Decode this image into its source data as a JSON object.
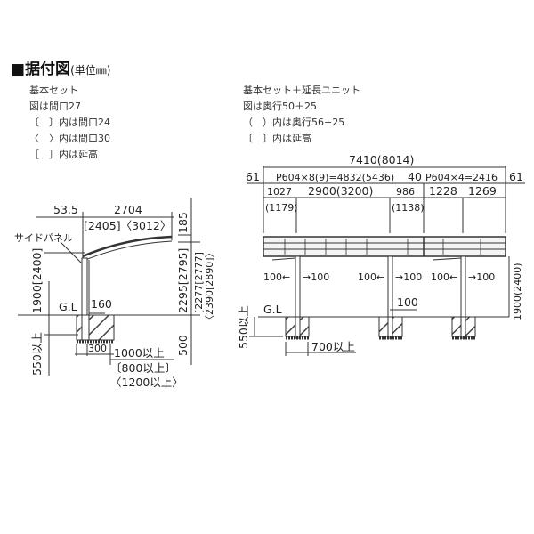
{
  "header": {
    "title": "据付図",
    "unit": "(単位㎜)"
  },
  "left_notes": {
    "lines": [
      "基本セット",
      "図は間口27",
      "〔　〕内は間口24",
      "〈　〉内は間口30",
      "［　］内は延高"
    ]
  },
  "right_notes": {
    "lines": [
      "基本セット＋延長ユニット",
      "図は奥行50＋25",
      "（　）内は奥行56+25",
      "〔　〕内は延高"
    ]
  },
  "left_diagram": {
    "overhang": "53.5",
    "roof_width": "2704",
    "roof_width_alt": "[2405]〈3012〉",
    "roof_height_top": "185",
    "side_panel_label": "サイドパネル",
    "post_height": "1900[2400]",
    "post_total_height": "2295[2795]",
    "post_total_alt1": "[2277[2777]",
    "post_total_alt2": "〈2390[2890]〉",
    "ground_label": "G.L",
    "post_offset": "160",
    "foundation_width": "300",
    "foundation_depth": "550以上",
    "foundation_depth_right": "500",
    "clearance": "1000以上",
    "clearance_alt1": "〔800以上〕",
    "clearance_alt2": "〈1200以上〉"
  },
  "right_diagram": {
    "total_length": "7410(8014)",
    "edge_left": "61",
    "edge_right": "61",
    "pitch_main": "P604×8(9)=4832(5436)",
    "gap": "40",
    "pitch_ext": "P604×4=2416",
    "seg1": "1027",
    "seg1_alt": "(1179)",
    "seg2": "2900(3200)",
    "seg3": "986",
    "seg3_alt": "(1138)",
    "seg4": "1228",
    "seg5": "1269",
    "post_margin_labels": [
      "100←",
      "→100",
      "100←",
      "→100",
      "100←",
      "→100"
    ],
    "post_offset": "100",
    "ground_label": "G.L",
    "foundation_depth": "550以上",
    "foundation_width": "700以上",
    "post_height": "1900(2400)"
  }
}
